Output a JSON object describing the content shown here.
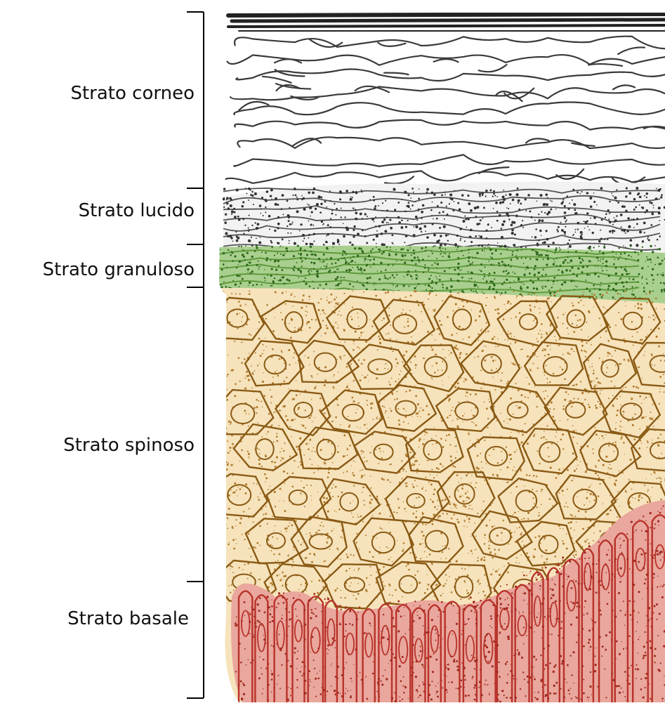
{
  "layers": [
    {
      "key": "corneo",
      "label": "Strato corneo"
    },
    {
      "key": "lucido",
      "label": "Strato lucido"
    },
    {
      "key": "granuloso",
      "label": "Strato granuloso"
    },
    {
      "key": "spinoso",
      "label": "Strato spinoso"
    },
    {
      "key": "basale",
      "label": "Strato basale"
    }
  ],
  "colors": {
    "corneo": "#2b2b2b",
    "lucido": "#d9d9d9",
    "granuloso": "#5f9a3c",
    "spinoso": "#f3deb0",
    "spinoso_lines": "#8a5a14",
    "basale": "#b8322a"
  }
}
